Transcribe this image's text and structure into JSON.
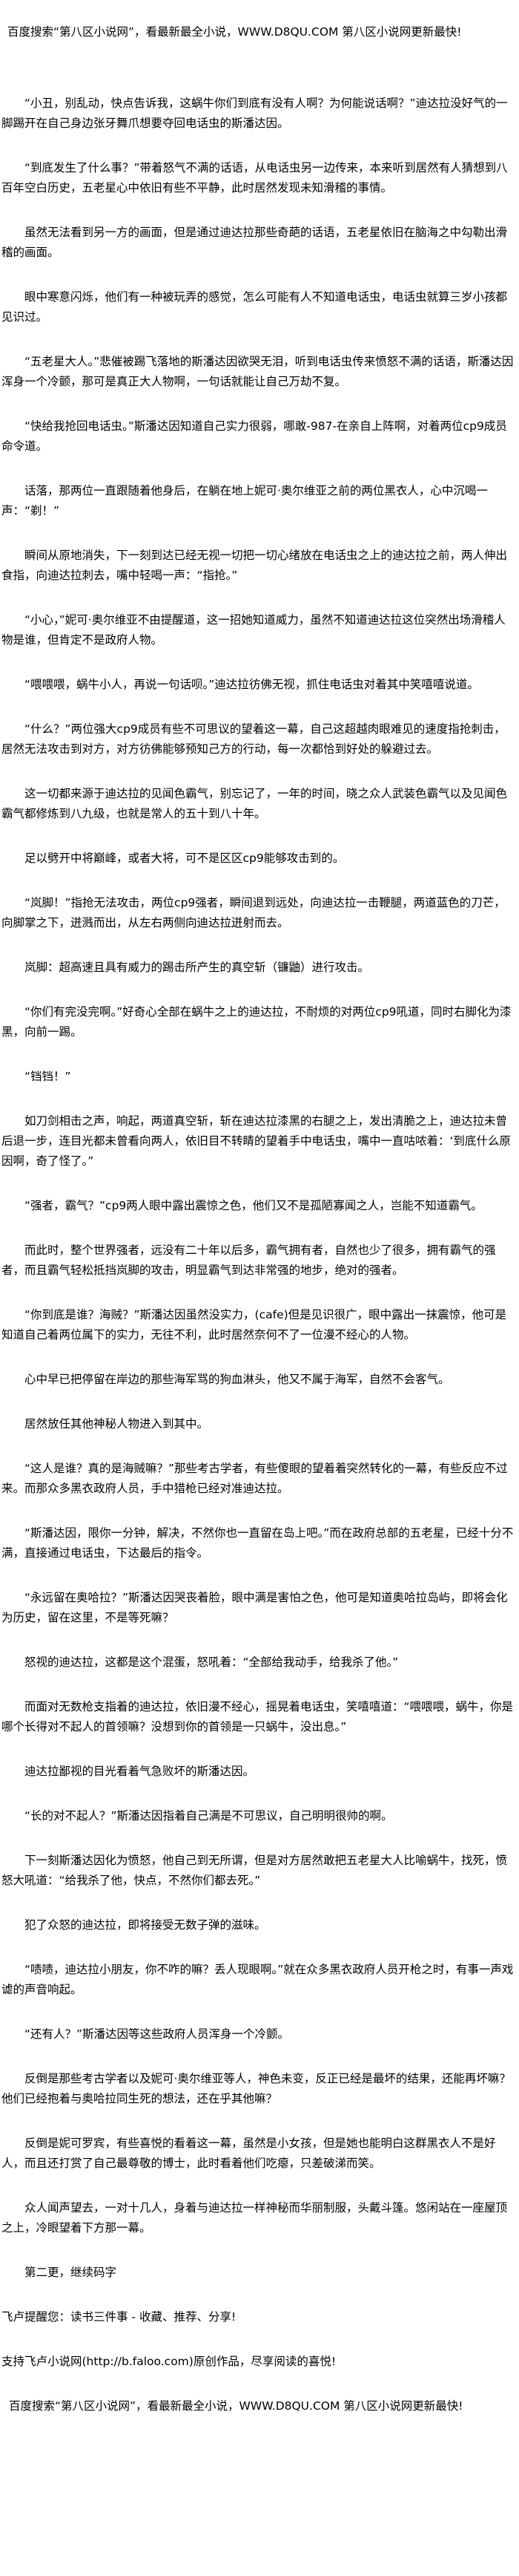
{
  "banner": "百度搜索“第八区小说网”，看最新最全小说，WWW.D8QU.COM  第八区小说网更新最快!",
  "paragraphs": [
    "“小丑，别乱动，快点告诉我，这蜗牛你们到底有没有人啊？为何能说话啊？”迪达拉没好气的一脚踢开在自己身边张牙舞爪想要夺回电话虫的斯潘达因。",
    "“到底发生了什么事？”带着怒气不满的话语，从电话虫另一边传来，本来听到居然有人猜想到八百年空白历史，五老星心中依旧有些不平静，此时居然发现未知滑稽的事情。",
    "虽然无法看到另一方的画面，但是通过迪达拉那些奇葩的话语，五老星依旧在脑海之中勾勒出滑稽的画面。",
    "眼中寒意闪烁，他们有一种被玩弄的感觉，怎么可能有人不知道电话虫，电话虫就算三岁小孩都见识过。",
    "“五老星大人。”悲催被踢飞落地的斯潘达因欲哭无泪，听到电话虫传来愤怒不满的话语，斯潘达因浑身一个冷颤，那可是真正大人物啊，一句话就能让自己万劫不复。",
    "“快给我抢回电话虫。”斯潘达因知道自己实力很弱，哪敢-987-在亲自上阵啊，对着两位cp9成员命令道。",
    "话落，那两位一直跟随着他身后，在躺在地上妮可·奥尔维亚之前的两位黑衣人，心中沉喝一声：“剃！”",
    "瞬间从原地消失，下一刻到达已经无视一切把一切心绪放在电话虫之上的迪达拉之前，两人伸出食指，向迪达拉刺去，嘴中轻喝一声：“指抢。”",
    "“小心，”妮可·奥尔维亚不由提醒道，这一招她知道威力，虽然不知道迪达拉这位突然出场滑稽人物是谁，但肯定不是政府人物。",
    "“喂喂喂，蜗牛小人，再说一句话呗。”迪达拉彷佛无视，抓住电话虫对着其中笑嘻嘻说道。",
    "“什么？”两位强大cp9成员有些不可思议的望着这一幕，自己这超越肉眼难见的速度指抢刺击，居然无法攻击到对方，对方彷佛能够预知己方的行动，每一次都恰到好处的躲避过去。",
    "这一切都来源于迪达拉的见闻色霸气，别忘记了，一年的时间，晓之众人武装色霸气以及见闻色霸气都修炼到八九级，也就是常人的五十到八十年。",
    "足以劈开中将巅峰，或者大将，可不是区区cp9能够攻击到的。",
    "“岚脚！”指抢无法攻击，两位cp9强者，瞬间退到远处，向迪达拉一击鞭腿，两道蓝色的刀芒，向脚掌之下，迸溅而出，从左右两侧向迪达拉迸射而去。",
    "岚脚：超高速且具有威力的踢击所产生的真空斩（镰鼬）进行攻击。",
    "“你们有完没完啊。”好奇心全部在蜗牛之上的迪达拉，不耐烦的对两位cp9吼道，同时右脚化为漆黑，向前一踢。",
    "“铛铛！”",
    "如刀剑相击之声，响起，两道真空斩，斩在迪达拉漆黑的右腿之上，发出清脆之上，迪达拉未曾后退一步，连目光都未曾看向两人，依旧目不转睛的望着手中电话虫，嘴中一直咕哝着：‘到底什么原因啊，奇了怪了。”",
    "“强者，霸气？”cp9两人眼中露出震惊之色，他们又不是孤陋寡闻之人，岂能不知道霸气。",
    "而此时，整个世界强者，远没有二十年以后多，霸气拥有者，自然也少了很多，拥有霸气的强者，而且霸气轻松抵挡岚脚的攻击，明显霸气到达非常强的地步，绝对的强者。",
    "“你到底是谁？海贼？”斯潘达因虽然没实力，(cafe)但是见识很广，眼中露出一抹震惊，他可是知道自己着两位属下的实力，无往不利，此时居然奈何不了一位漫不经心的人物。",
    "心中早已把停留在岸边的那些海军骂的狗血淋头，他又不属于海军，自然不会客气。",
    "居然放任其他神秘人物进入到其中。",
    "“这人是谁？真的是海贼嘛？”那些考古学者，有些傻眼的望着着突然转化的一幕，有些反应不过来。而那众多黑衣政府人员，手中猎枪已经对准迪达拉。",
    "“斯潘达因，限你一分钟，解决，不然你也一直留在岛上吧。”而在政府总部的五老星，已经十分不满，直接通过电话虫，下达最后的指令。",
    "“永远留在奥哈拉？”斯潘达因哭丧着脸，眼中满是害怕之色，他可是知道奥哈拉岛屿，即将会化为历史，留在这里，不是等死嘛？",
    "怒视的迪达拉，这都是这个混蛋，怒吼着：“全部给我动手，给我杀了他。”",
    "而面对无数枪支指着的迪达拉，依旧漫不经心，摇晃着电话虫，笑嘻嘻道：“喂喂喂，蜗牛，你是哪个长得对不起人的首领嘛？没想到你的首领是一只蜗牛，没出息。”",
    "迪达拉鄙视的目光看着气急败坏的斯潘达因。",
    "“长的对不起人？”斯潘达因指着自己满是不可思议，自己明明很帅的啊。",
    "下一刻斯潘达因化为愤怒，他自己到无所谓，但是对方居然敢把五老星大人比喻蜗牛，找死，愤怒大吼道：“给我杀了他，快点，不然你们都去死。”",
    "犯了众怒的迪达拉，即将接受无数子弹的滋味。",
    "“啧啧，迪达拉小朋友，你不咋的嘛？丢人现眼啊。”就在众多黑衣政府人员开枪之时，有事一声戏谑的声音响起。",
    "“还有人？”斯潘达因等这些政府人员浑身一个冷颤。",
    "反倒是那些考古学者以及妮可·奥尔维亚等人，神色未变，反正已经是最坏的结果，还能再坏嘛？他们已经抱着与奥哈拉同生死的想法，还在乎其他嘛？",
    "反倒是妮可罗宾，有些喜悦的看着这一幕，虽然是小女孩，但是她也能明白这群黑衣人不是好人，而且还打赏了自己最尊敬的博士，此时看着他们吃瘪，只差破涕而笑。",
    "众人闻声望去，一对十几人，身着与迪达拉一样神秘而华丽制服，头戴斗篷。悠闲站在一座屋顶之上，冷眼望着下方那一幕。",
    "第二更，继续码字"
  ],
  "footer": {
    "reminder": "飞卢提醒您：读书三件事 - 收藏、推荐、分享!",
    "support": "支持飞卢小说网(http://b.faloo.com)原创作品，尽享阅读的喜悦!",
    "banner": "百度搜索“第八区小说网”，看最新最全小说，WWW.D8QU.COM  第八区小说网更新最快!"
  }
}
